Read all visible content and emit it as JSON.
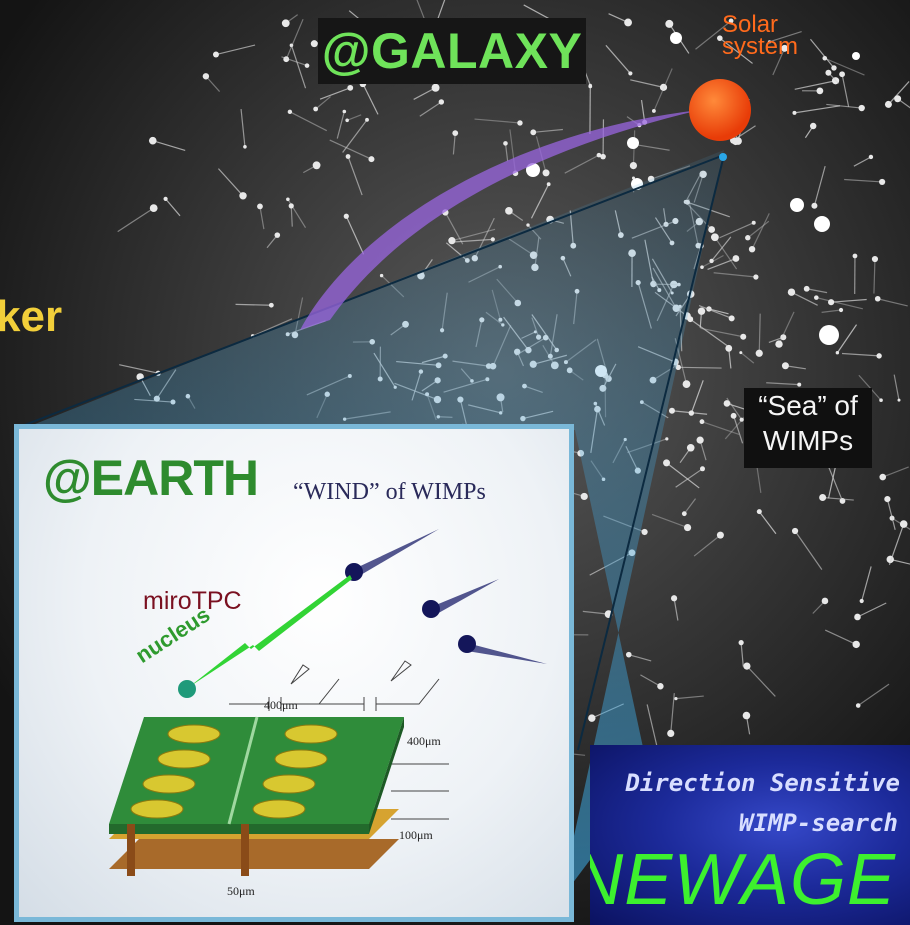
{
  "galaxy": {
    "title": "@GALAXY",
    "solar_system_line1": "Solar",
    "solar_system_line2": "system",
    "sea_line1": "“Sea” of",
    "sea_line2": "WIMPs",
    "left_partial_text": "ker"
  },
  "earth": {
    "title": "@EARTH",
    "wind_label": "“WIND” of WIMPs",
    "tpc_label": "miroTPC",
    "nucleus_label": "nucleus",
    "dimensions": [
      "400μm",
      "400μm",
      "100μm",
      "50μm"
    ]
  },
  "newage": {
    "line1": "Direction Sensitive",
    "line2": "WIMP-search",
    "brand": "NEWAGE"
  },
  "colors": {
    "galaxy_title": "#6fe35a",
    "solar_system": "#ff6a1c",
    "sun": "#ff4d12",
    "wimp_trail": "#9a66e0",
    "earth_title": "#2e8b2e",
    "newage_brand": "#3df12e",
    "newage_bg": "#1c2a9a"
  }
}
